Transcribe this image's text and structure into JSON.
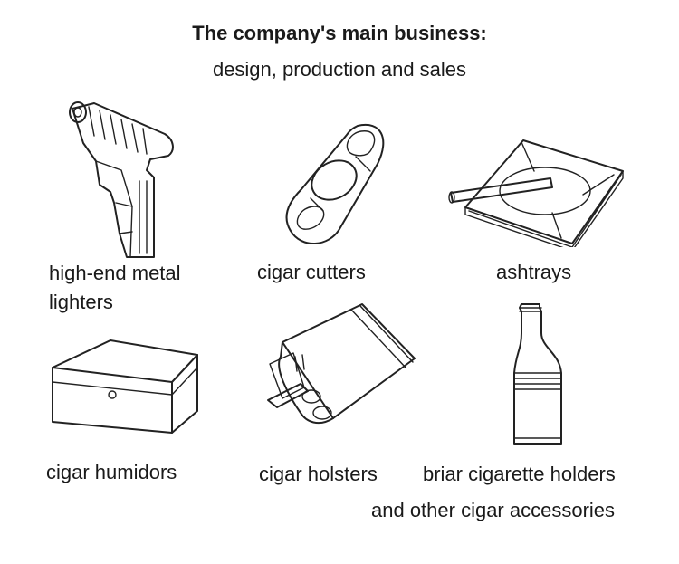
{
  "header": {
    "title": "The company's main business:",
    "subtitle": "design, production and sales"
  },
  "products": [
    {
      "label": "high-end metal lighters",
      "icon": "lighter-icon"
    },
    {
      "label": "cigar cutters",
      "icon": "cigar-cutter-icon"
    },
    {
      "label": "ashtrays",
      "icon": "ashtray-icon"
    },
    {
      "label": "cigar humidors",
      "icon": "humidor-icon"
    },
    {
      "label": "cigar holsters",
      "icon": "cigar-holster-icon"
    },
    {
      "label": "briar cigarette holders",
      "icon": "bottle-icon"
    }
  ],
  "footer": {
    "note": "and other cigar accessories"
  }
}
